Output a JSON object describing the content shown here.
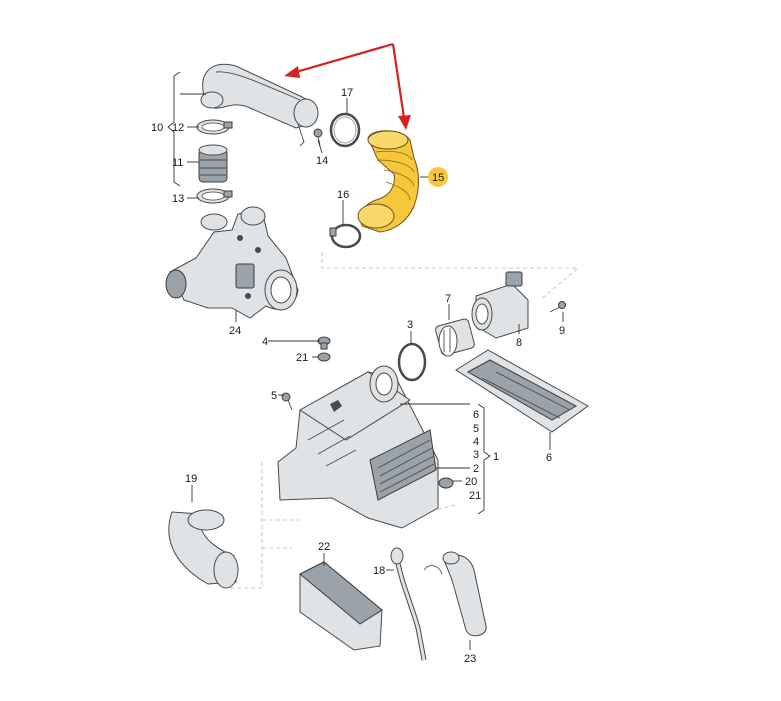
{
  "diagram": {
    "highlight_color": "#f6c73a",
    "arrow_color": "#d62020",
    "highlighted_part": "15",
    "labels": {
      "p1": "1",
      "p2": "2",
      "p3a": "3",
      "p3b": "3",
      "p4a": "4",
      "p4b": "4",
      "p5a": "5",
      "p5b": "5",
      "p6a": "6",
      "p6b": "6",
      "p7": "7",
      "p8": "8",
      "p9": "9",
      "p10": "10",
      "p11": "11",
      "p12": "12",
      "p13": "13",
      "p14": "14",
      "p15": "15",
      "p16": "16",
      "p17": "17",
      "p18": "18",
      "p19": "19",
      "p20": "20",
      "p21a": "21",
      "p21b": "21",
      "p22": "22",
      "p23": "23",
      "p24": "24"
    }
  }
}
